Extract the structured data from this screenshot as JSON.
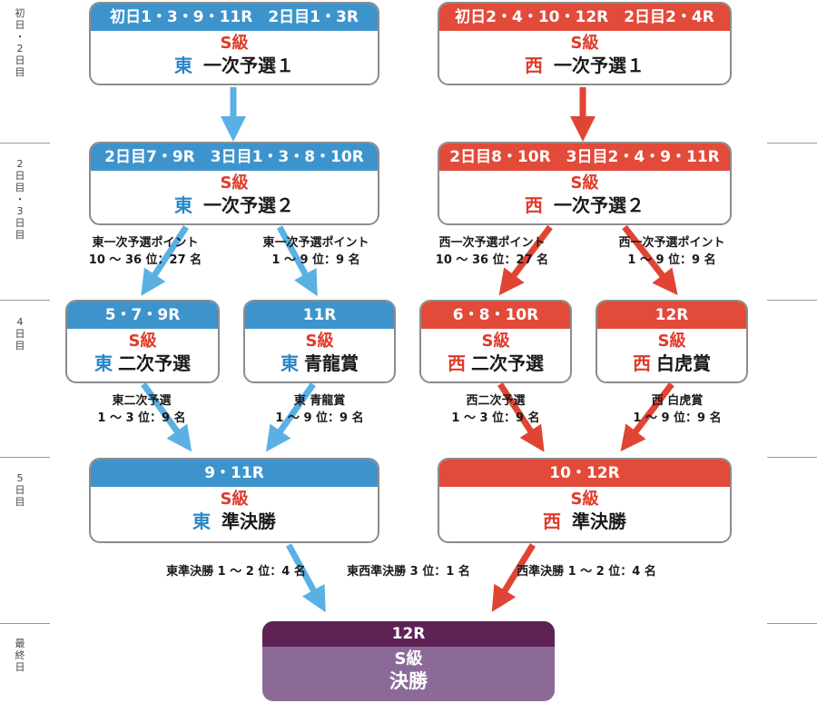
{
  "colors": {
    "east": "#3d94cc",
    "west": "#e24a3a",
    "final": "#5e2255",
    "final_body": "#8b6a98"
  },
  "days": [
    {
      "chars": [
        "初",
        "日",
        "・",
        "2",
        "日",
        "目"
      ]
    },
    {
      "chars": [
        "2",
        "日",
        "目",
        "・",
        "3",
        "日",
        "目"
      ]
    },
    {
      "chars": [
        "4",
        "日",
        "目"
      ]
    },
    {
      "chars": [
        "5",
        "日",
        "目"
      ]
    },
    {
      "chars": [
        "最",
        "終",
        "日"
      ]
    }
  ],
  "boxes": {
    "east1": {
      "header": "初日1・3・9・11R　2日目1・3R",
      "grade": "S級",
      "side": "東",
      "name": "一次予選１"
    },
    "west1": {
      "header": "初日2・4・10・12R　2日目2・4R",
      "grade": "S級",
      "side": "西",
      "name": "一次予選１"
    },
    "east2": {
      "header": "2日目7・9R　3日目1・3・8・10R",
      "grade": "S級",
      "side": "東",
      "name": "一次予選２"
    },
    "west2": {
      "header": "2日目8・10R　3日目2・4・9・11R",
      "grade": "S級",
      "side": "西",
      "name": "一次予選２"
    },
    "east_niji": {
      "header": "5・7・9R",
      "grade": "S級",
      "side": "東",
      "name": "二次予選"
    },
    "east_seiryu": {
      "header": "11R",
      "grade": "S級",
      "side": "東",
      "name": "青龍賞"
    },
    "west_niji": {
      "header": "6・8・10R",
      "grade": "S級",
      "side": "西",
      "name": "二次予選"
    },
    "west_byakko": {
      "header": "12R",
      "grade": "S級",
      "side": "西",
      "name": "白虎賞"
    },
    "east_semi": {
      "header": "9・11R",
      "grade": "S級",
      "side": "東",
      "name": "準決勝"
    },
    "west_semi": {
      "header": "10・12R",
      "grade": "S級",
      "side": "西",
      "name": "準決勝"
    },
    "final": {
      "header": "12R",
      "grade": "S級",
      "name": "決勝"
    }
  },
  "labels": {
    "east_pt_10_36": [
      "東一次予選ポイント",
      "10 〜 36 位：27 名"
    ],
    "east_pt_1_9": [
      "東一次予選ポイント",
      "1 〜 9 位：9 名"
    ],
    "west_pt_10_36": [
      "西一次予選ポイント",
      "10 〜 36 位：27 名"
    ],
    "west_pt_1_9": [
      "西一次予選ポイント",
      "1 〜 9 位：9 名"
    ],
    "east_niji_adv": [
      "東二次予選",
      "1 〜 3 位：9 名"
    ],
    "east_seiryu_adv": [
      "東 青龍賞",
      "1 〜 9 位：9 名"
    ],
    "west_niji_adv": [
      "西二次予選",
      "1 〜 3 位：9 名"
    ],
    "west_byakko_adv": [
      "西 白虎賞",
      "1 〜 9 位：9 名"
    ],
    "east_semi_adv": [
      "東準決勝 1 〜 2 位：4 名"
    ],
    "both_semi_adv": [
      "東西準決勝 3 位：1 名"
    ],
    "west_semi_adv": [
      "西準決勝 1 〜 2 位：4 名"
    ]
  }
}
